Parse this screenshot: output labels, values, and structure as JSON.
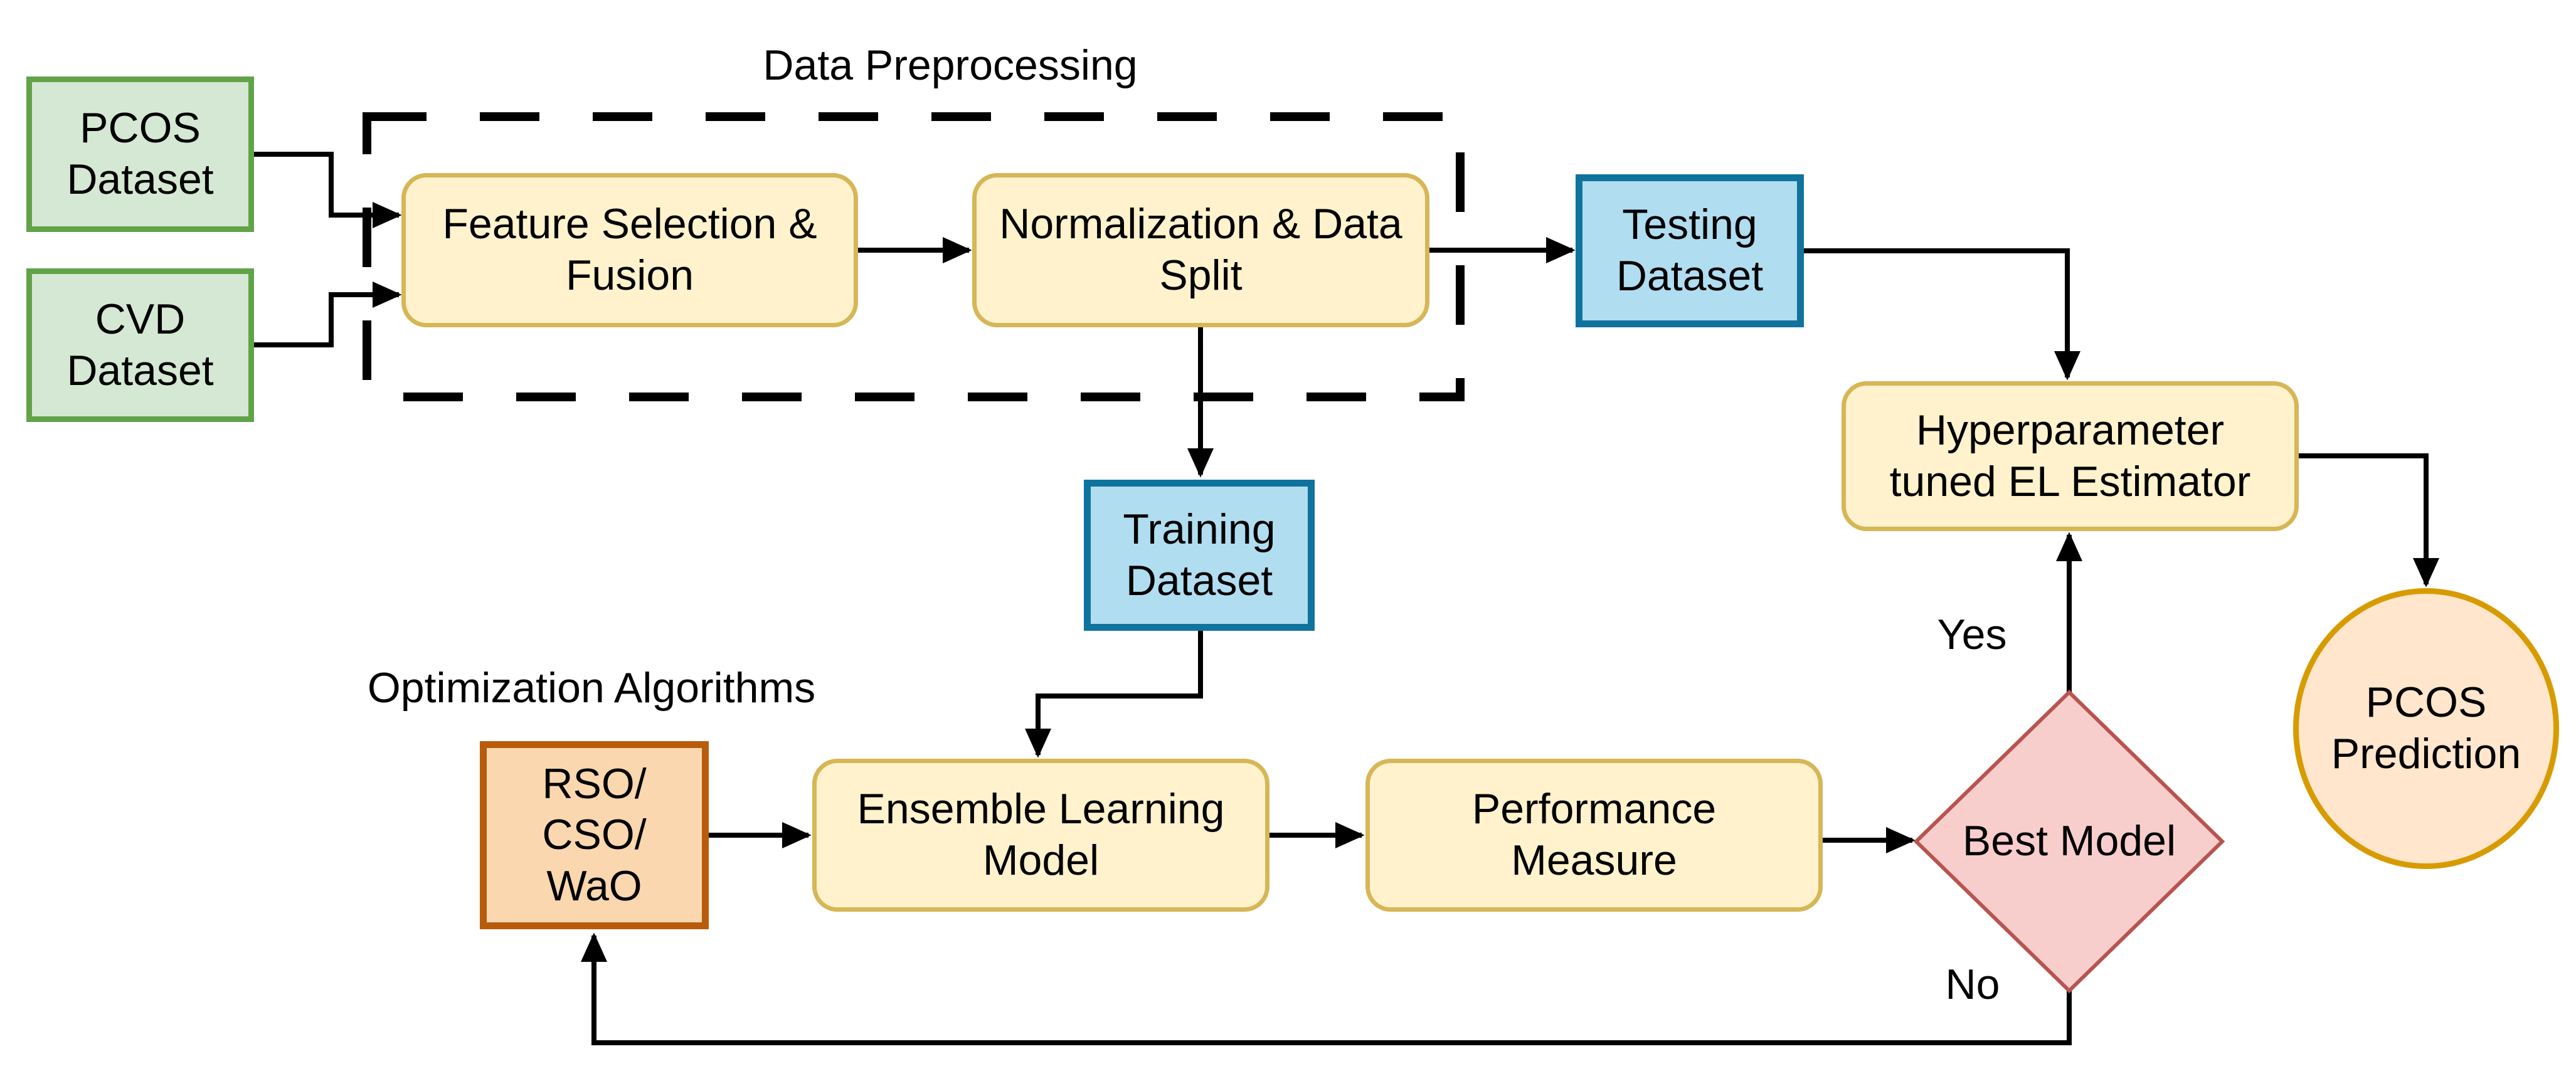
{
  "diagram": {
    "titles": {
      "preprocessing": "Data Preprocessing",
      "optimization": "Optimization Algorithms"
    },
    "nodes": {
      "pcos_dataset": {
        "label": "PCOS\nDataset",
        "shape": "rect",
        "fill": "#d5e8d4",
        "stroke": "#61a349"
      },
      "cvd_dataset": {
        "label": "CVD\nDataset",
        "shape": "rect",
        "fill": "#d5e8d4",
        "stroke": "#61a349"
      },
      "feature_selection": {
        "label": "Feature Selection &\nFusion",
        "shape": "rounded",
        "fill": "#fff2cc",
        "stroke": "#d6b656"
      },
      "normalization": {
        "label": "Normalization & Data\nSplit",
        "shape": "rounded",
        "fill": "#fff2cc",
        "stroke": "#d6b656"
      },
      "testing_dataset": {
        "label": "Testing\nDataset",
        "shape": "rect",
        "fill": "#b1ddf0",
        "stroke": "#10739e"
      },
      "training_dataset": {
        "label": "Training\nDataset",
        "shape": "rect",
        "fill": "#b1ddf0",
        "stroke": "#10739e"
      },
      "optimizers": {
        "label": "RSO/\nCSO/\nWaO",
        "shape": "rect",
        "fill": "#fad7af",
        "stroke": "#b85c0c"
      },
      "ensemble": {
        "label": "Ensemble Learning\nModel",
        "shape": "rounded",
        "fill": "#fff2cc",
        "stroke": "#d6b656"
      },
      "performance": {
        "label": "Performance\nMeasure",
        "shape": "rounded",
        "fill": "#fff2cc",
        "stroke": "#d6b656"
      },
      "best_model": {
        "label": "Best Model",
        "shape": "diamond",
        "fill": "#f8cecc",
        "stroke": "#b85450"
      },
      "hyperparameter": {
        "label": "Hyperparameter\ntuned EL Estimator",
        "shape": "rounded",
        "fill": "#fff2cc",
        "stroke": "#d6b656"
      },
      "pcos_prediction": {
        "label": "PCOS\nPrediction",
        "shape": "ellipse",
        "fill": "#ffe6cc",
        "stroke": "#d79b00"
      }
    },
    "edge_labels": {
      "yes": "Yes",
      "no": "No"
    },
    "edges": [
      {
        "from": "pcos_dataset",
        "to": "feature_selection"
      },
      {
        "from": "cvd_dataset",
        "to": "feature_selection"
      },
      {
        "from": "feature_selection",
        "to": "normalization"
      },
      {
        "from": "normalization",
        "to": "testing_dataset"
      },
      {
        "from": "normalization",
        "to": "training_dataset"
      },
      {
        "from": "testing_dataset",
        "to": "hyperparameter"
      },
      {
        "from": "training_dataset",
        "to": "ensemble"
      },
      {
        "from": "optimizers",
        "to": "ensemble"
      },
      {
        "from": "ensemble",
        "to": "performance"
      },
      {
        "from": "performance",
        "to": "best_model"
      },
      {
        "from": "best_model",
        "to": "hyperparameter",
        "label": "Yes"
      },
      {
        "from": "best_model",
        "to": "optimizers",
        "label": "No"
      },
      {
        "from": "hyperparameter",
        "to": "pcos_prediction"
      }
    ],
    "colors": {
      "line": "#000000",
      "text": "#000000",
      "group_border": "#000000",
      "green_fill": "#d5e8d4",
      "green_stroke": "#61a349",
      "yellow_fill": "#fff2cc",
      "yellow_stroke": "#d6b656",
      "blue_fill": "#b1ddf0",
      "blue_stroke": "#10739e",
      "orange_fill": "#fad7af",
      "orange_stroke": "#b85c0c",
      "pink_fill": "#f8cecc",
      "pink_stroke": "#b85450",
      "peach_fill": "#ffe6cc",
      "peach_stroke": "#d79b00"
    }
  }
}
